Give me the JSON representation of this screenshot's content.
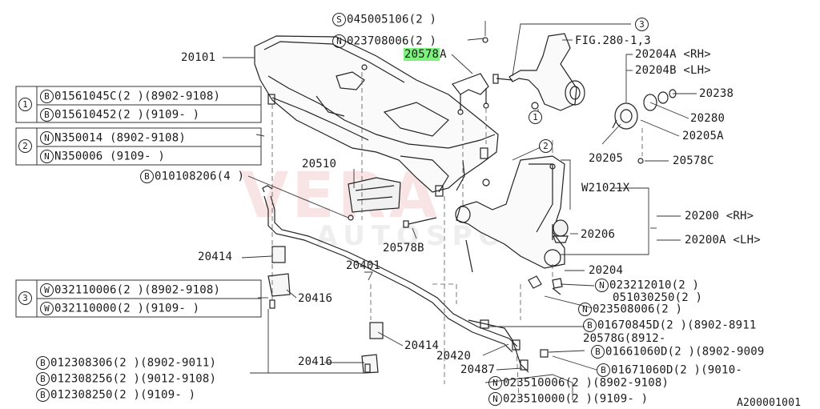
{
  "diagram": {
    "ref_code": "A200001001",
    "highlight_label": "20578",
    "highlight_suffix": "A",
    "labels": {
      "p20101": "20101",
      "s045": "045005106(2 )",
      "n023708": "023708006(2 )",
      "c3_top": "3",
      "fig": "FIG.280-1,3",
      "p20204a": "20204A <RH>",
      "p20204b": "20204B <LH>",
      "p20238": "20238",
      "p20280": "20280",
      "p20205a": "20205A",
      "p20205": "20205",
      "p20578c": "20578C",
      "c1_knuckle": "1",
      "c2_arm": "2",
      "w21021x": "W21021X",
      "p20200": "20200 <RH>",
      "p20200a": "20200A <LH>",
      "p20206": "20206",
      "p20204": "20204",
      "p20510": "20510",
      "b010108": "010108206(4 )",
      "p20578b": "20578B",
      "p20414a": "20414",
      "p20401": "20401",
      "p20416a": "20416",
      "p20414b": "20414",
      "p20420": "20420",
      "p20416b": "20416",
      "p20487": "20487",
      "n023212": "023212010(2 )",
      "n051030": "051030250(2 )",
      "n023508": "023508006(2 )",
      "b016708": "01670845D(2 )(8902-8911",
      "p20578g": "20578G(8912-",
      "b016610": "01661060D(2 )(8902-9009",
      "b016710": "01671060D(2 )(9010-",
      "n023510a": "023510006(2 )(8902-9108)",
      "n023510b": "023510000(2 )(9109-     )",
      "b012308a": "012308306(2 )(8902-9011)",
      "b012308b": "012308256(2 )(9012-9108)",
      "b012308c": "012308250(2 )(9109-     )"
    },
    "tables": [
      {
        "index": "1",
        "rows": [
          {
            "prefix": "B",
            "text": "01561045C(2 )(8902-9108)"
          },
          {
            "prefix": "B",
            "text": "015610452(2 )(9109-     )"
          }
        ]
      },
      {
        "index": "2",
        "rows": [
          {
            "prefix": "N",
            "text": "N350014       (8902-9108)"
          },
          {
            "prefix": "N",
            "text": "N350006       (9109-     )"
          }
        ]
      },
      {
        "index": "3",
        "rows": [
          {
            "prefix": "W",
            "text": "032110006(2 )(8902-9108)"
          },
          {
            "prefix": "W",
            "text": "032110000(2 )(9109-     )"
          }
        ]
      }
    ],
    "watermark": {
      "line1": "VERA",
      "line2": "AUTOSPORT"
    }
  }
}
